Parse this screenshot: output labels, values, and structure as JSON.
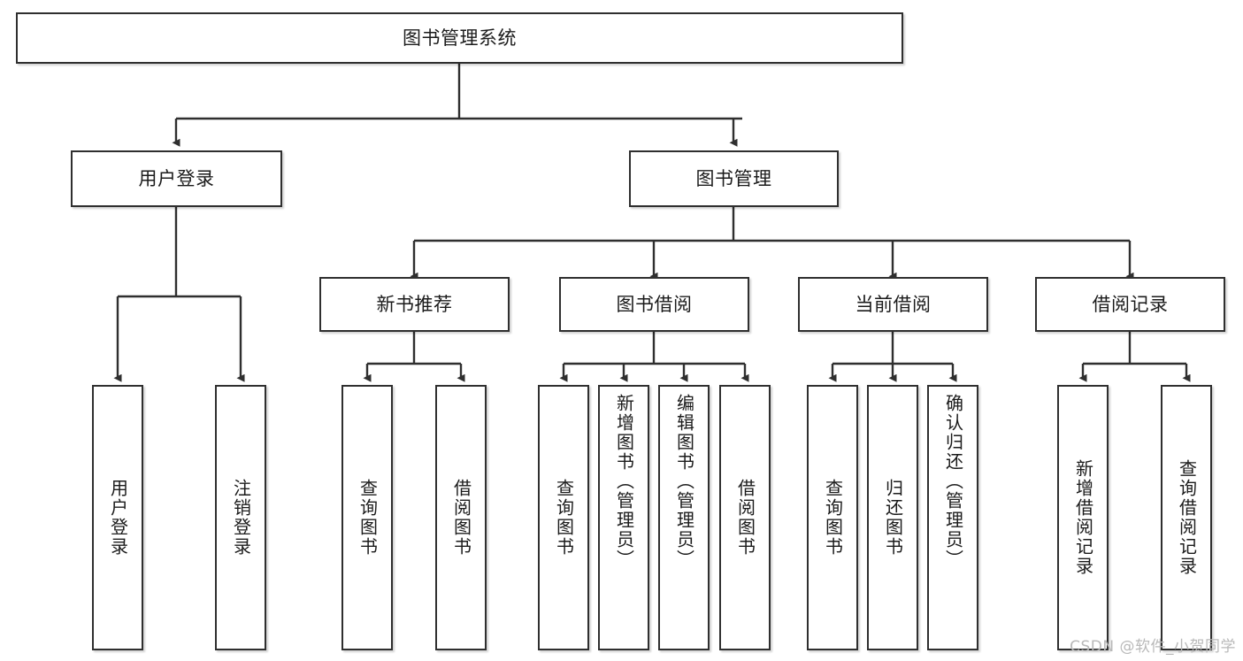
{
  "diagram": {
    "type": "tree-hierarchy",
    "title": "图书管理系统",
    "root": {
      "label": "图书管理系统"
    },
    "level2": [
      {
        "id": "user-login",
        "label": "用户登录"
      },
      {
        "id": "book-management",
        "label": "图书管理"
      }
    ],
    "level3": [
      {
        "id": "new-book-recommend",
        "label": "新书推荐"
      },
      {
        "id": "book-borrow",
        "label": "图书借阅"
      },
      {
        "id": "current-borrow",
        "label": "当前借阅"
      },
      {
        "id": "borrow-record",
        "label": "借阅记录"
      }
    ],
    "leaves": {
      "user_login": [
        {
          "id": "leaf-user-login",
          "label": "用户登录"
        },
        {
          "id": "leaf-logout-login",
          "label": "注销登录"
        }
      ],
      "new_book_recommend": [
        {
          "id": "leaf-query-book-1",
          "label": "查询图书"
        },
        {
          "id": "leaf-borrow-book-1",
          "label": "借阅图书"
        }
      ],
      "book_borrow": [
        {
          "id": "leaf-query-book-2",
          "label": "查询图书"
        },
        {
          "id": "leaf-add-book",
          "label": "新增图书（管理员）"
        },
        {
          "id": "leaf-edit-book",
          "label": "编辑图书（管理员）"
        },
        {
          "id": "leaf-borrow-book-2",
          "label": "借阅图书"
        }
      ],
      "current_borrow": [
        {
          "id": "leaf-query-book-3",
          "label": "查询图书"
        },
        {
          "id": "leaf-return-book",
          "label": "归还图书"
        },
        {
          "id": "leaf-confirm-return",
          "label": "确认归还（管理员）"
        }
      ],
      "borrow_record": [
        {
          "id": "leaf-add-record",
          "label": "新增借阅记录"
        },
        {
          "id": "leaf-query-record",
          "label": "查询借阅记录"
        }
      ]
    }
  },
  "watermark": {
    "text": "CSDN @软件_小贺同学"
  },
  "colors": {
    "border": "#2f2f2f",
    "background": "#ffffff",
    "text": "#1b1b1b",
    "watermark": "#b9b9b9"
  }
}
